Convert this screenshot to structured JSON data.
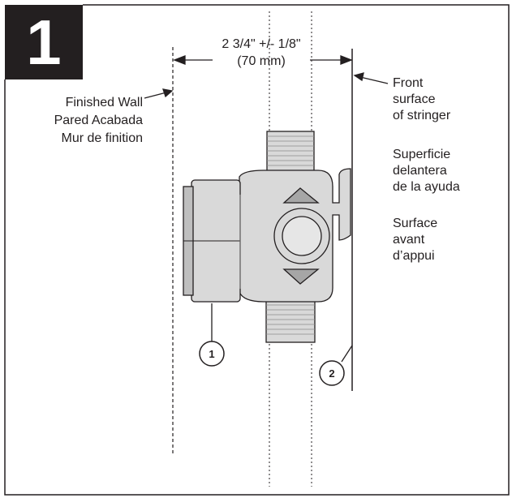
{
  "step_number": "1",
  "dimension": {
    "imperial": "2 3/4\" +/- 1/8\"",
    "metric": "(70 mm)"
  },
  "finished_wall": {
    "en": "Finished Wall",
    "es": "Pared Acabada",
    "fr": "Mur de finition"
  },
  "stringer": {
    "en_line1": "Front",
    "en_line2": "surface",
    "en_line3": "of stringer",
    "es_line1": "Superficie",
    "es_line2": "delantera",
    "es_line3": "de la ayuda",
    "fr_line1": "Surface",
    "fr_line2": "avant",
    "fr_line3": "d’appui"
  },
  "callouts": [
    "1",
    "2"
  ],
  "colors": {
    "ink": "#231f20",
    "part_fill": "#d9d9d9",
    "part_dark": "#a6a6a6"
  }
}
